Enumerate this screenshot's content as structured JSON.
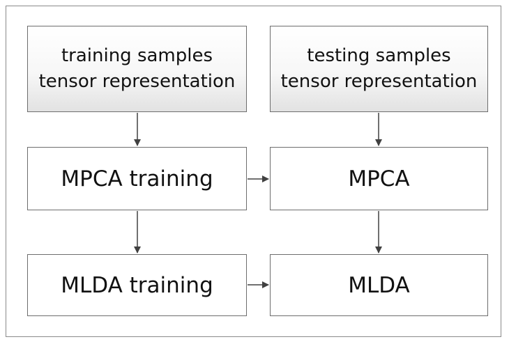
{
  "diagram": {
    "nodes": {
      "train_input": {
        "line1": "training samples",
        "line2": "tensor representation"
      },
      "test_input": {
        "line1": "testing samples",
        "line2": "tensor representation"
      },
      "mpca_training": {
        "label": "MPCA training"
      },
      "mpca": {
        "label": "MPCA"
      },
      "mlda_training": {
        "label": "MLDA training"
      },
      "mlda": {
        "label": "MLDA"
      }
    },
    "edges": [
      {
        "from": "train_input",
        "to": "mpca_training"
      },
      {
        "from": "test_input",
        "to": "mpca"
      },
      {
        "from": "mpca_training",
        "to": "mpca"
      },
      {
        "from": "mpca_training",
        "to": "mlda_training"
      },
      {
        "from": "mpca",
        "to": "mlda"
      },
      {
        "from": "mlda_training",
        "to": "mlda"
      }
    ],
    "colors": {
      "border": "#6d6d6d",
      "arrow": "#404040",
      "frame": "#8a8a8a",
      "text": "#111111"
    }
  }
}
